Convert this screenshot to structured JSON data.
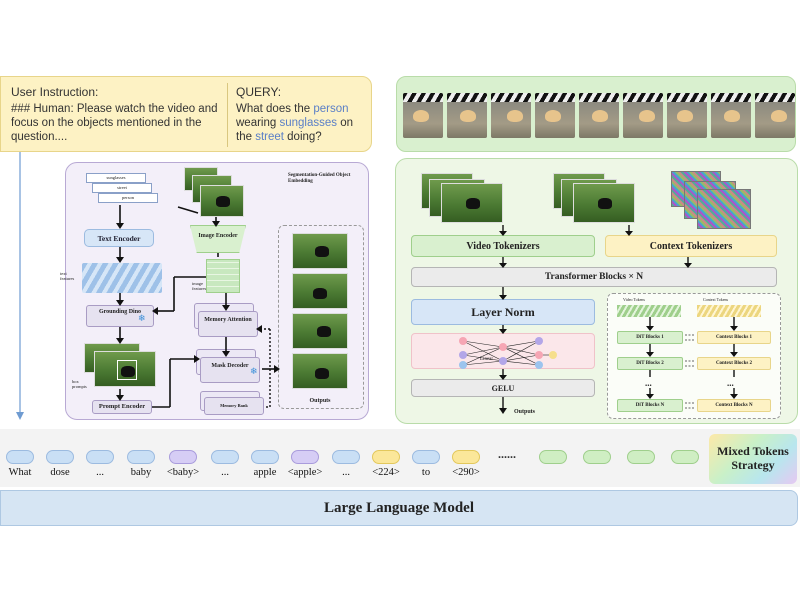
{
  "instruction": {
    "title": "User Instruction:",
    "text": "### Human: Please watch the video and focus on the objects mentioned in the question....",
    "query_title": "QUERY:",
    "query_parts": [
      "What does the ",
      "person",
      " wearing ",
      "sunglasses",
      " on the ",
      "street",
      " doing?"
    ]
  },
  "frames": {
    "count": 9
  },
  "seg_panel": {
    "title": "Segmentation-Guided Object Embedding",
    "words": [
      "sunglasses",
      "street",
      "person"
    ],
    "text_encoder": "Text Encoder",
    "text_features": "text features",
    "grounding_dino": "Grounding Dino",
    "box_prompts": "box prompts",
    "prompt_encoder": "Prompt Encoder",
    "image_encoder": "Image Encoder",
    "image_features": "image features",
    "memory_attention": "Memory Attention",
    "mask_decoder": "Mask Decoder",
    "memory_bank": "Memory Bank",
    "outputs": "Outputs"
  },
  "video_panel": {
    "video_tokenizers": "Video Tokenizers",
    "context_tokenizers": "Context Tokenizers",
    "transformer_blocks": "Transformer Blocks × N",
    "layer_norm": "Layer Norm",
    "linear": "Linear",
    "gelu": "GELU",
    "outputs": "Outputs",
    "video_tokens": "Video Tokens",
    "context_tokens": "Context Tokens",
    "dit_blocks": [
      "DiT Blocks 1",
      "DiT Blocks 2",
      "DiT Blocks N"
    ],
    "context_blocks": [
      "Context Blocks 1",
      "Context Blocks 2",
      "Context Blocks N"
    ],
    "dots": "..."
  },
  "tokens": {
    "labels": [
      "What",
      "dose",
      "...",
      "baby",
      "<baby>",
      "...",
      "apple",
      "<apple>",
      "...",
      "<224>",
      "to",
      "<290>"
    ],
    "ellipsis": "......",
    "mixed_strategy": "Mixed Tokens Strategy"
  },
  "llm": {
    "label": "Large Language Model"
  },
  "colors": {
    "instruction_bg": "#fdf2c4",
    "frames_bg": "#d9f0cf",
    "seg_bg": "#f3eff9",
    "video_bg": "#eef7e6",
    "token_blue": "#c9dff5",
    "token_purple": "#d6cdf5",
    "token_yellow": "#fbe79a",
    "token_green": "#cfeec3",
    "llm_bg": "#d6e5f3",
    "highlight": "#5a7fc7"
  }
}
